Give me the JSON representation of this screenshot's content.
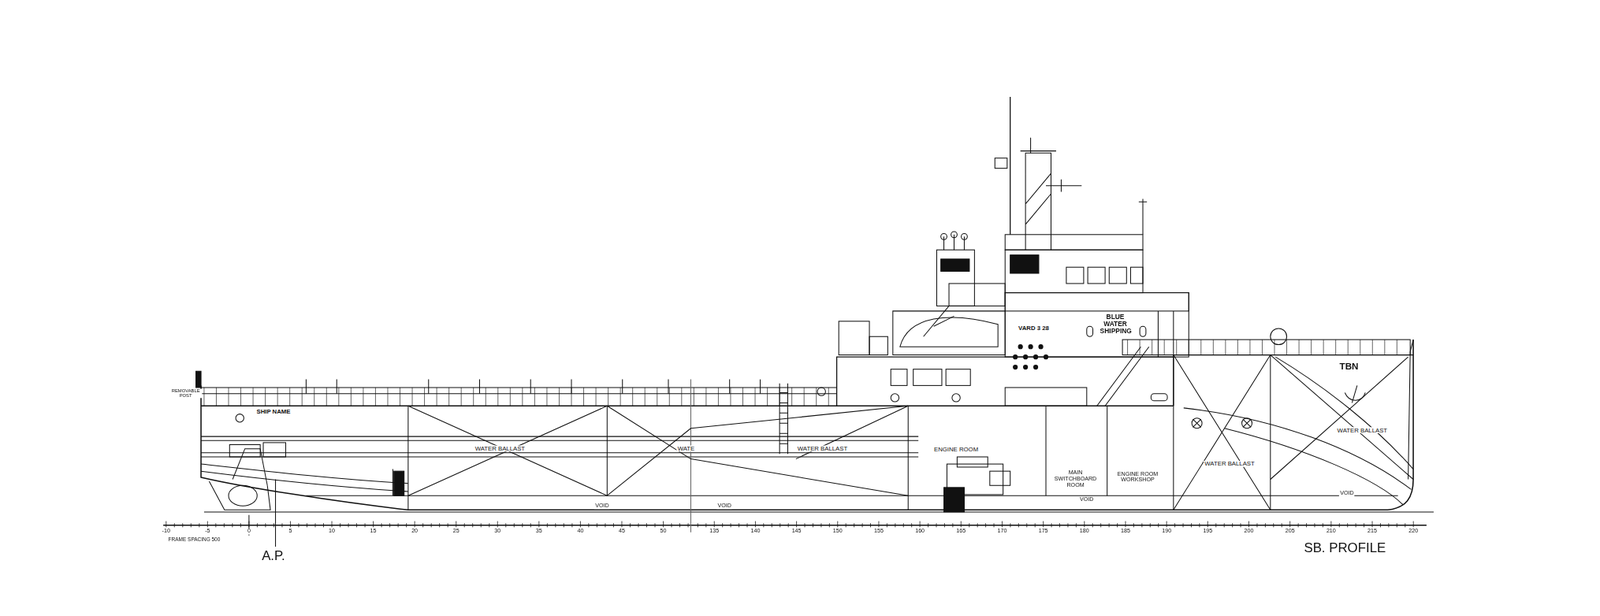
{
  "diagram": {
    "labels": [
      "REMOVABLE POST",
      "SHIP NAME",
      "WATER BALLAST",
      "WATE",
      "WATER BALLAST",
      "ENGINE ROOM",
      "MAIN SWITCHBOARD ROOM",
      "ENGINE ROOM WORKSHOP",
      "WATER BALLAST",
      "WATER BALLAST",
      "VOID",
      "VOID",
      "VOID",
      "VOID",
      "TBN",
      "VARD 3 28",
      "BLUE WATER SHIPPING",
      "FRAME SPACING 500",
      "A.P.",
      "SB. PROFILE",
      "-10",
      "-5",
      "0",
      "5",
      "10",
      "15",
      "20",
      "25",
      "30",
      "35",
      "40",
      "45",
      "50",
      "135",
      "140",
      "145",
      "150",
      "155",
      "160",
      "165",
      "170",
      "175",
      "180",
      "185",
      "190",
      "195",
      "200",
      "205",
      "210",
      "215",
      "220"
    ]
  }
}
